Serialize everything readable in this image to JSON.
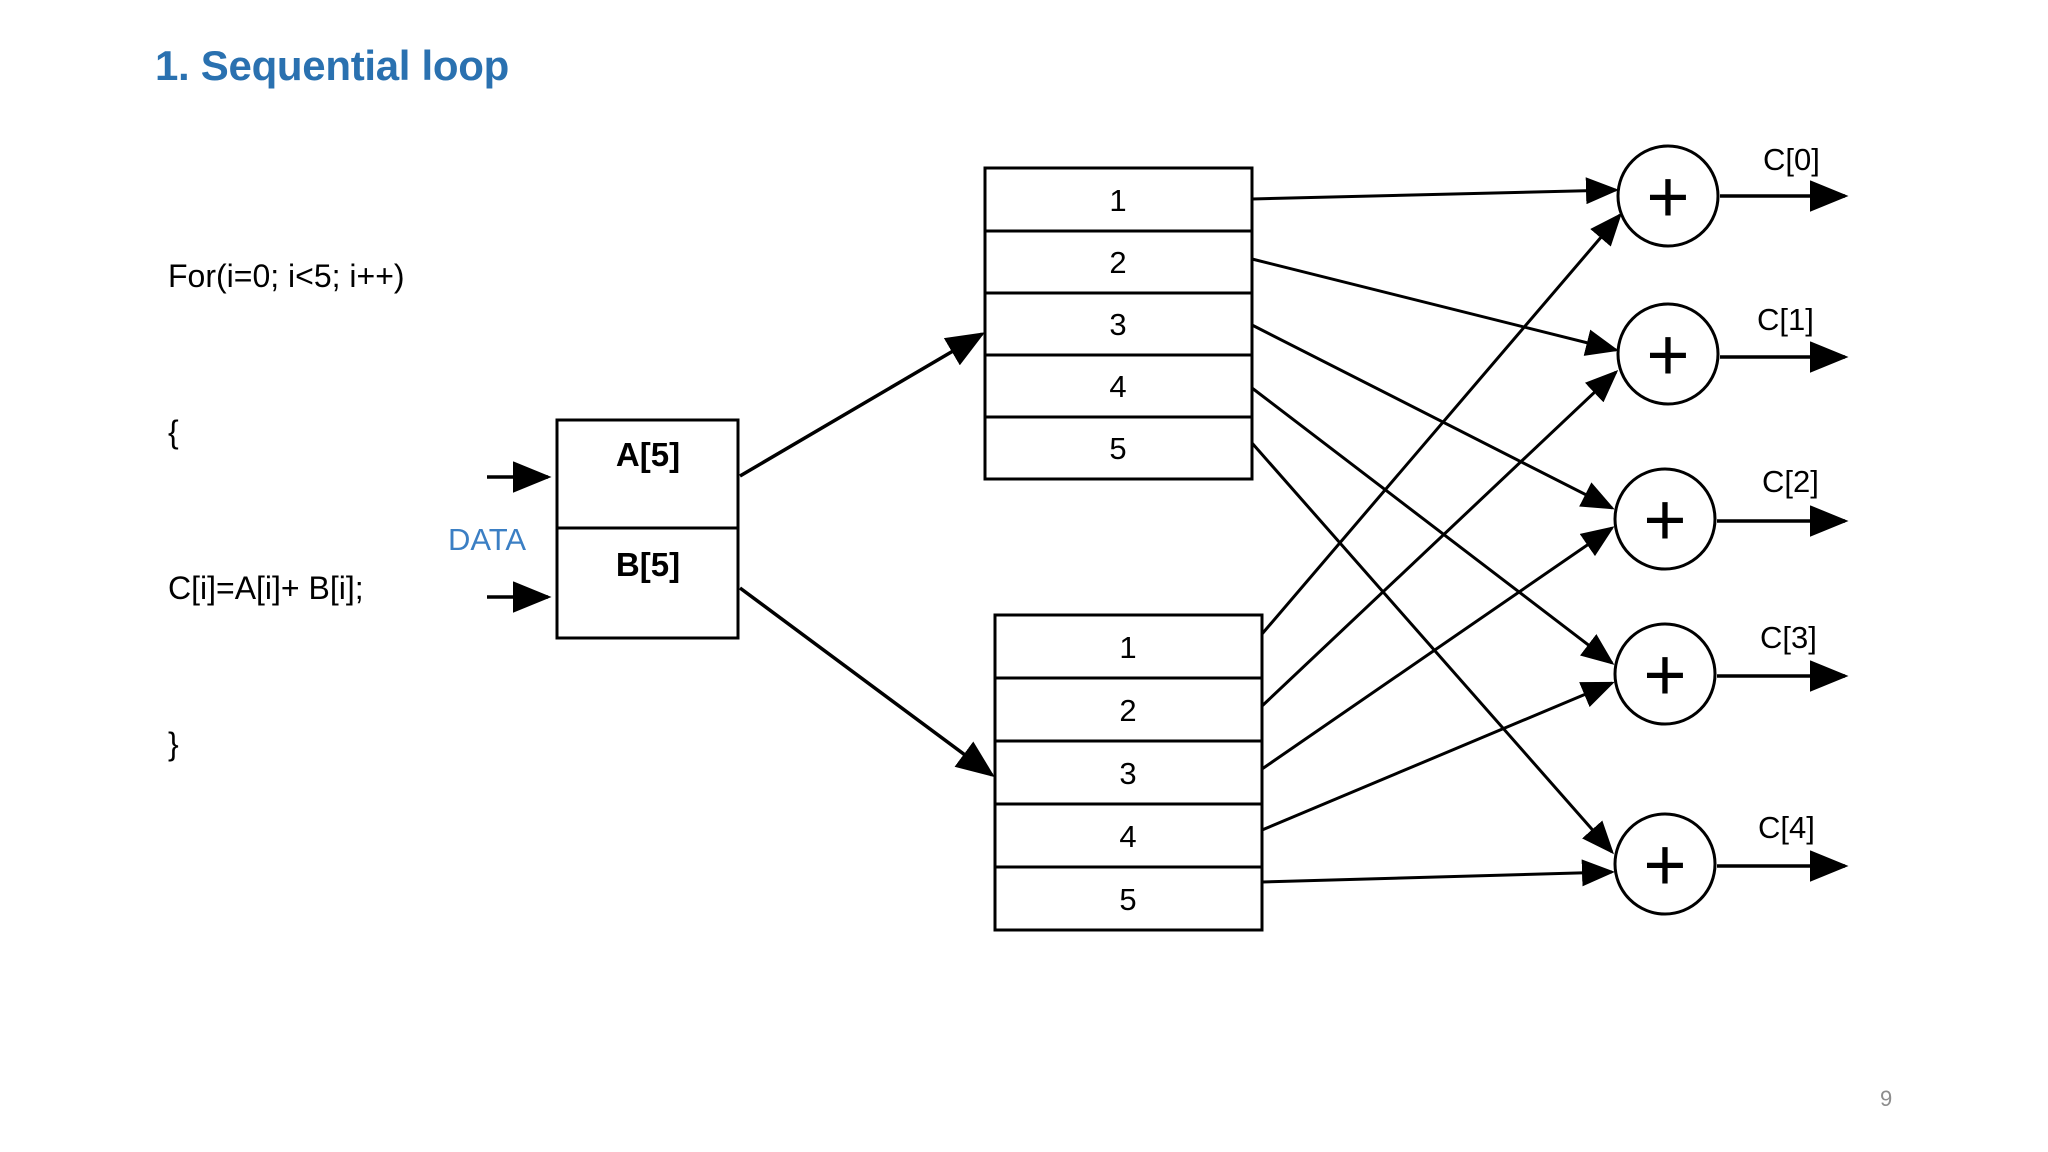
{
  "slide": {
    "title": "1. Sequential loop",
    "page_number": "9",
    "title_color": "#2a71b0",
    "accent_color": "#3b7fc4"
  },
  "code": {
    "lines": [
      "For(i=0; i<5; i++)",
      "{",
      "C[i]=A[i]+ B[i];",
      "}"
    ]
  },
  "diagram": {
    "input_label": "DATA",
    "memory_block": {
      "upper_label": "A[5]",
      "lower_label": "B[5]"
    },
    "array_a": {
      "name": "A",
      "cells": [
        "1",
        "2",
        "3",
        "4",
        "5"
      ]
    },
    "array_b": {
      "name": "B",
      "cells": [
        "1",
        "2",
        "3",
        "4",
        "5"
      ]
    },
    "adders": [
      {
        "symbol": "+",
        "output": "C[0]"
      },
      {
        "symbol": "+",
        "output": "C[1]"
      },
      {
        "symbol": "+",
        "output": "C[2]"
      },
      {
        "symbol": "+",
        "output": "C[3]"
      },
      {
        "symbol": "+",
        "output": "C[4]"
      }
    ]
  }
}
